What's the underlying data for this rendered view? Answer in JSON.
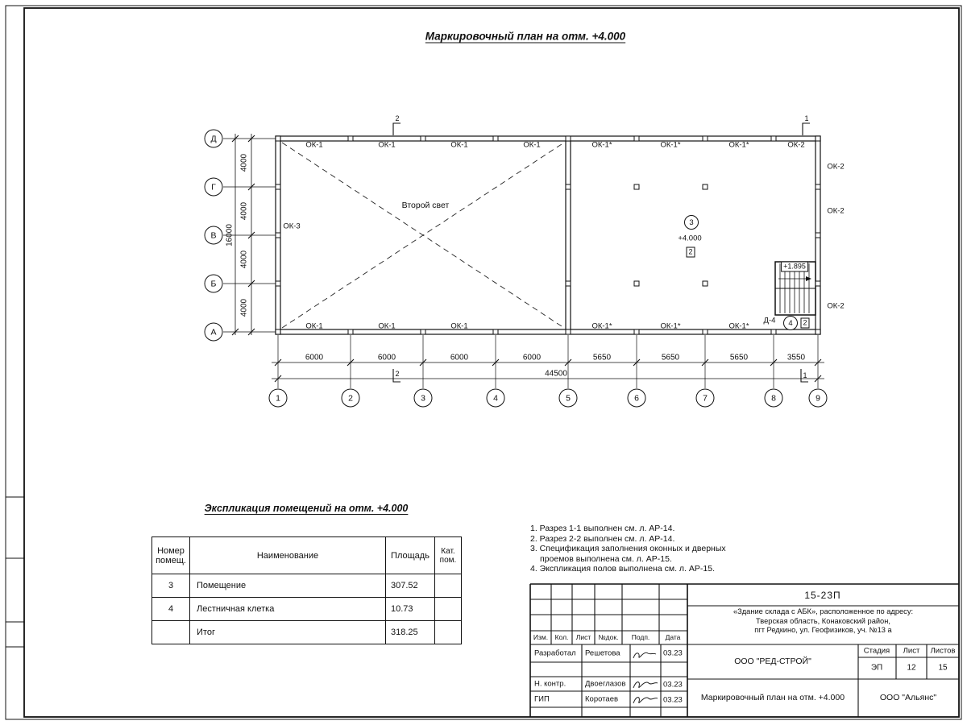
{
  "title": "Маркировочный план на отм. +4.000",
  "plan": {
    "row_axes": [
      "Д",
      "Г",
      "В",
      "Б",
      "А"
    ],
    "row_dims": [
      "4000",
      "4000",
      "4000",
      "4000"
    ],
    "row_total": "16000",
    "col_axes": [
      "1",
      "2",
      "3",
      "4",
      "5",
      "6",
      "7",
      "8",
      "9"
    ],
    "col_dims": [
      "6000",
      "6000",
      "6000",
      "6000",
      "5650",
      "5650",
      "5650",
      "3550"
    ],
    "col_total": "44500",
    "windows_top": [
      "ОК-1",
      "ОК-1",
      "ОК-1",
      "ОК-1",
      "ОК-1*",
      "ОК-1*",
      "ОК-1*",
      "ОК-2"
    ],
    "windows_bottom": [
      "ОК-1",
      "ОК-1",
      "ОК-1",
      "ОК-1*",
      "ОК-1*",
      "ОК-1*"
    ],
    "windows_right": [
      "ОК-2",
      "ОК-2",
      "ОК-2"
    ],
    "window_left": "ОК-3",
    "void_label": "Второй свет",
    "section_mark_1": "1",
    "section_mark_2": "2",
    "room": {
      "number": "3",
      "elevation": "+4.000",
      "category": "2"
    },
    "stair": {
      "elevation": "+1.895",
      "door": "Д-4",
      "number": "4",
      "category": "2"
    }
  },
  "explication": {
    "heading": "Экспликация помещений на отм. +4.000",
    "headers": {
      "num": "Номер\nпомещ.",
      "name": "Наименование",
      "area": "Площадь",
      "cat": "Кат.\nпом."
    },
    "rows": [
      {
        "num": "3",
        "name": "Помещение",
        "area": "307.52",
        "cat": ""
      },
      {
        "num": "4",
        "name": "Лестничная клетка",
        "area": "10.73",
        "cat": ""
      },
      {
        "num": "",
        "name": "Итог",
        "area": "318.25",
        "cat": ""
      }
    ]
  },
  "notes": [
    "1. Разрез 1-1 выполнен см. л. АР-14.",
    "2. Разрез 2-2 выполнен см. л. АР-14.",
    "3. Спецификация заполнения оконных и дверных проемов выполнена см. л. АР-15.",
    "4. Экспликация полов выполнена см. л. АР-15."
  ],
  "titleblock": {
    "doc_number": "15-23П",
    "project": "«Здание склада с АБК», расположенное по адресу:\nТверская область, Конаковский район,\nпгт Редкино, ул. Геофизиков, уч. №13 а",
    "cols": [
      "Изм.",
      "Кол.",
      "Лист",
      "№док.",
      "Подп.",
      "Дата"
    ],
    "rows": [
      {
        "role": "Разработал",
        "name": "Решетова",
        "date": "03.23"
      },
      {
        "role": "Н. контр.",
        "name": "Двоеглазов",
        "date": "03.23"
      },
      {
        "role": "ГИП",
        "name": "Коротаев",
        "date": "03.23"
      }
    ],
    "company": "ООО \"РЕД-СТРОЙ\"",
    "stage_label": "Стадия",
    "sheet_label": "Лист",
    "sheets_label": "Листов",
    "stage": "ЭП",
    "sheet": "12",
    "sheets": "15",
    "drawing_name": "Маркировочный план на отм. +4.000",
    "company2": "ООО \"Альянс\""
  }
}
